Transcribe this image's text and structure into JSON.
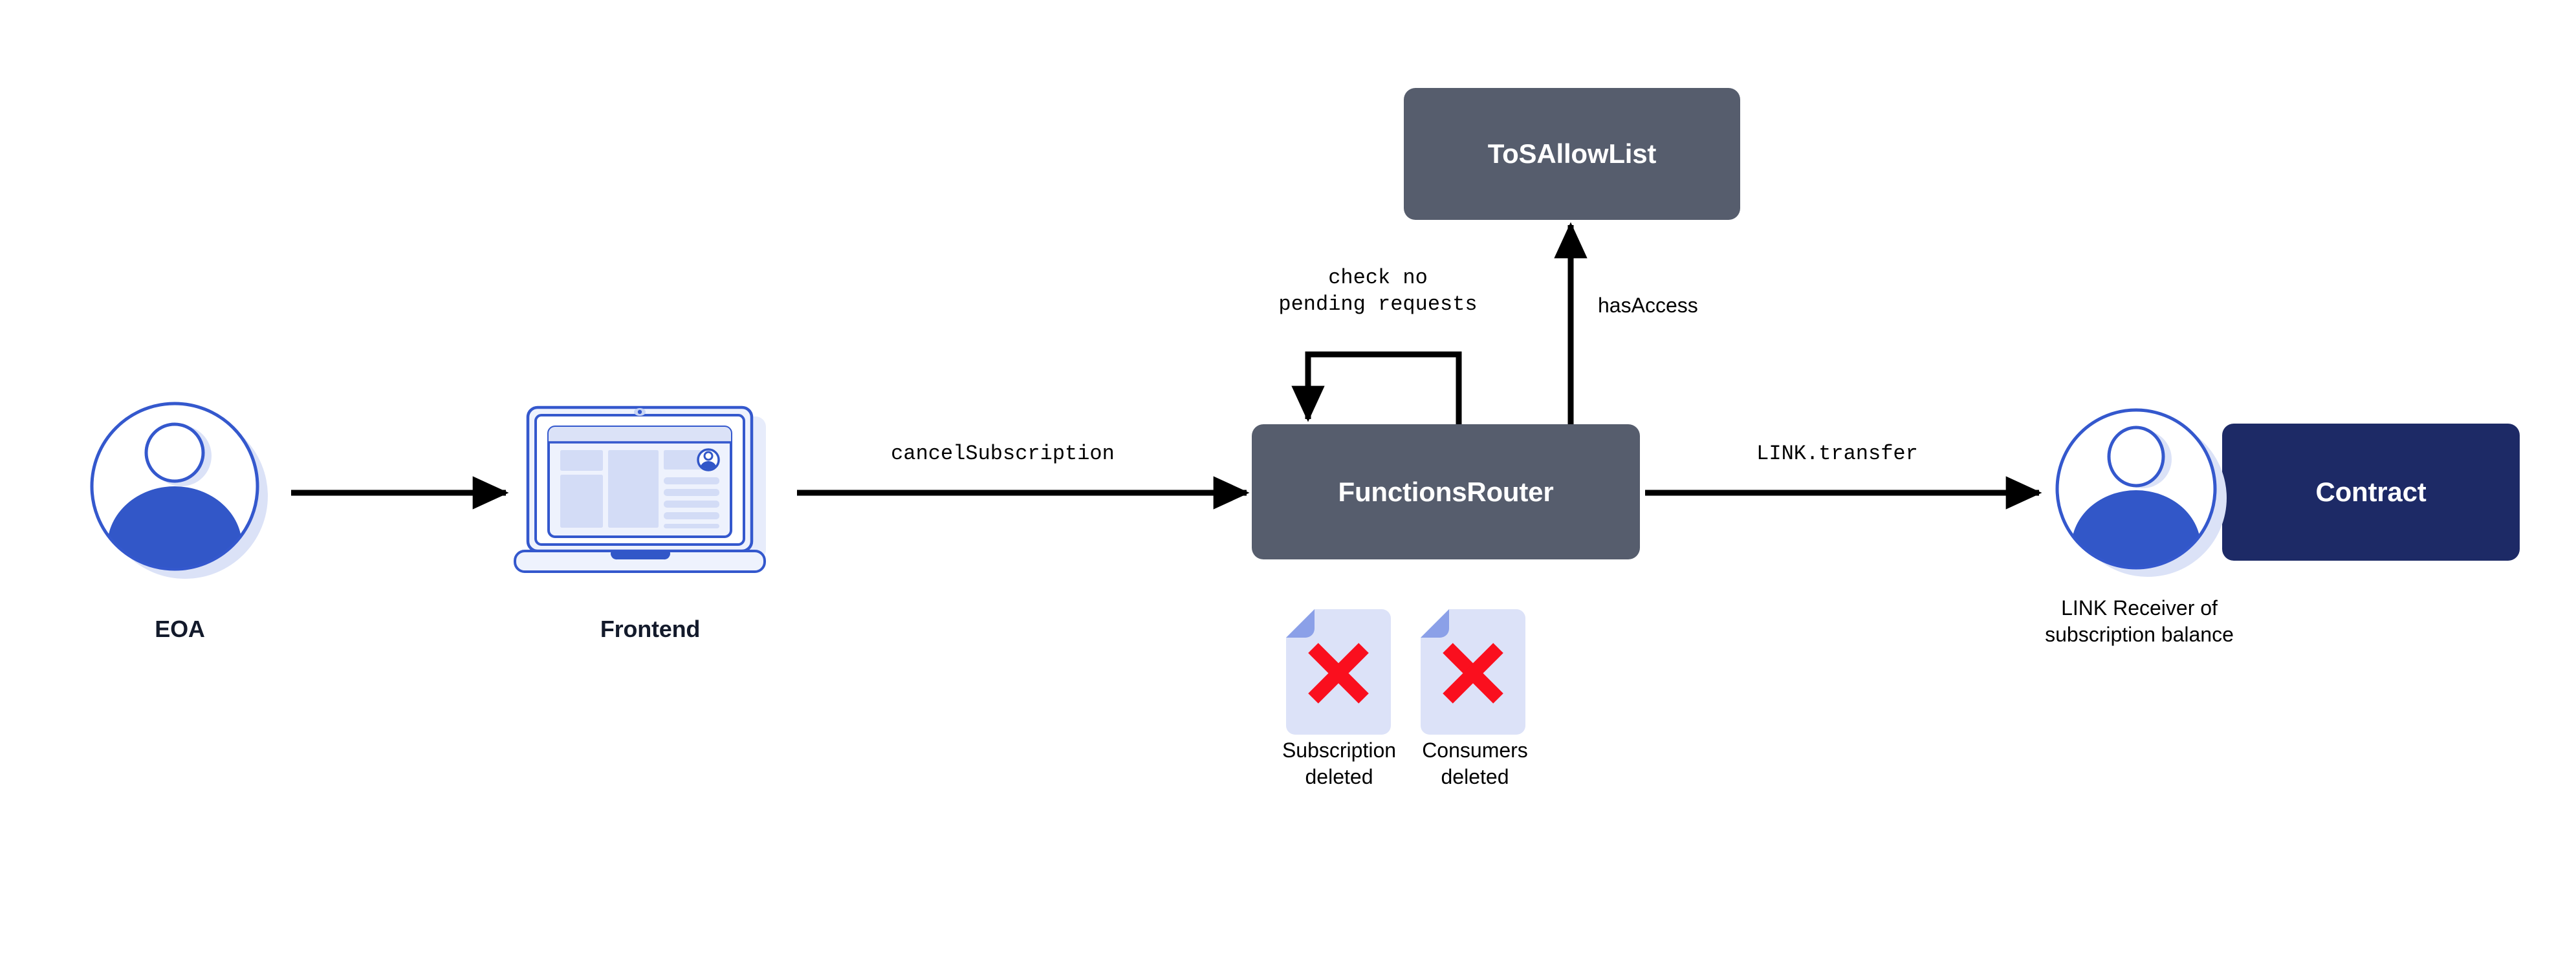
{
  "diagram": {
    "title": "Chainlink Functions cancelSubscription flow",
    "background": "#ffffff",
    "colors": {
      "slate_box": "#565d6d",
      "navy_box": "#1d2a66",
      "accent_blue": "#3257c8",
      "icon_outline_blue": "#3458cd",
      "icon_fill_light": "#dbe2f7",
      "doc_body": "#dce2f8",
      "doc_fold": "#8ba0e8",
      "red_x": "#fa0f1e",
      "arrow_black": "#000000",
      "label_dark": "#131a2b"
    }
  },
  "nodes": [
    {
      "id": "eoa",
      "label": "EOA",
      "kind": "avatar-icon"
    },
    {
      "id": "frontend",
      "label": "Frontend",
      "kind": "laptop-icon"
    },
    {
      "id": "functionsrouter",
      "label": "FunctionsRouter",
      "kind": "box-slate"
    },
    {
      "id": "tosallowlist",
      "label": "ToSAllowList",
      "kind": "box-slate"
    },
    {
      "id": "receiver",
      "label": "LINK Receiver of\nsubscription balance",
      "kind": "avatar-icon"
    },
    {
      "id": "contract",
      "label": "Contract",
      "kind": "box-navy"
    }
  ],
  "edges": [
    {
      "id": "eoa-to-frontend",
      "label": "",
      "from": "eoa",
      "to": "frontend",
      "style": "solid-arrow",
      "font": "none"
    },
    {
      "id": "frontend-to-router",
      "label": "cancelSubscription",
      "from": "frontend",
      "to": "functionsrouter",
      "style": "solid-arrow",
      "font": "mono"
    },
    {
      "id": "router-self-loop",
      "label": "check no\npending requests",
      "from": "functionsrouter",
      "to": "functionsrouter",
      "style": "self-loop-arrow",
      "font": "mono"
    },
    {
      "id": "router-to-tosallowlist",
      "label": "hasAccess",
      "from": "functionsrouter",
      "to": "tosallowlist",
      "style": "solid-arrow-up",
      "font": "sans"
    },
    {
      "id": "router-to-receiver",
      "label": "LINK.transfer",
      "from": "functionsrouter",
      "to": "receiver",
      "style": "solid-arrow",
      "font": "mono"
    }
  ],
  "artifacts": [
    {
      "id": "doc-subscription",
      "label": "Subscription\ndeleted",
      "icon": "document-with-red-x"
    },
    {
      "id": "doc-consumers",
      "label": "Consumers\ndeleted",
      "icon": "document-with-red-x"
    }
  ],
  "labels": {
    "eoa": "EOA",
    "frontend": "Frontend",
    "functionsrouter": "FunctionsRouter",
    "tosallowlist": "ToSAllowList",
    "contract": "Contract",
    "receiver_caption": "LINK Receiver of\nsubscription balance",
    "edge_cancel_subscription": "cancelSubscription",
    "edge_link_transfer": "LINK.transfer",
    "edge_has_access": "hasAccess",
    "edge_check_no_pending": "check no\npending requests",
    "doc_subscription": "Subscription\ndeleted",
    "doc_consumers": "Consumers\ndeleted"
  }
}
